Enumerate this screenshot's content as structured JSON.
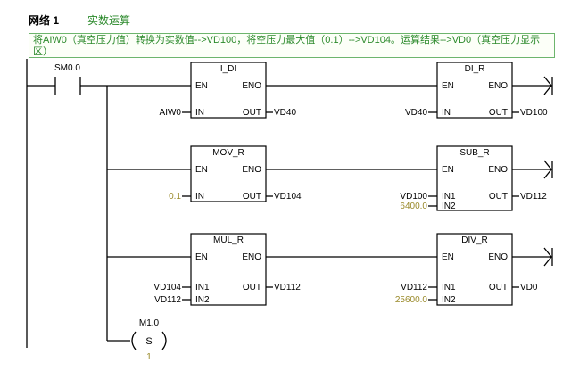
{
  "network": {
    "title": "网络 1",
    "subtitle": "实数运算",
    "comment": "将AIW0（真空压力值）转换为实数值-->VD100，将空压力最大值（0.1）-->VD104。运算结果-->VD0（真空压力显示区）"
  },
  "contact": {
    "address": "SM0.0"
  },
  "blocks": {
    "idi": {
      "name": "I_DI",
      "en": "EN",
      "eno": "ENO",
      "in": "IN",
      "out": "OUT",
      "in_val": "AIW0",
      "out_val": "VD40"
    },
    "dir": {
      "name": "DI_R",
      "en": "EN",
      "eno": "ENO",
      "in": "IN",
      "out": "OUT",
      "in_val": "VD40",
      "out_val": "VD100"
    },
    "movr": {
      "name": "MOV_R",
      "en": "EN",
      "eno": "ENO",
      "in": "IN",
      "out": "OUT",
      "in_val": "0.1",
      "out_val": "VD104"
    },
    "subr": {
      "name": "SUB_R",
      "en": "EN",
      "eno": "ENO",
      "in1": "IN1",
      "in2": "IN2",
      "out": "OUT",
      "in1_val": "VD100",
      "in2_val": "6400.0",
      "out_val": "VD112"
    },
    "mulr": {
      "name": "MUL_R",
      "en": "EN",
      "eno": "ENO",
      "in1": "IN1",
      "in2": "IN2",
      "out": "OUT",
      "in1_val": "VD104",
      "in2_val": "VD112",
      "out_val": "VD112"
    },
    "divr": {
      "name": "DIV_R",
      "en": "EN",
      "eno": "ENO",
      "in1": "IN1",
      "in2": "IN2",
      "out": "OUT",
      "in1_val": "VD112",
      "in2_val": "25600.0",
      "out_val": "VD0"
    }
  },
  "coil": {
    "address": "M1.0",
    "type": "S",
    "count": "1"
  },
  "colors": {
    "comment_border": "#6db56d",
    "comment_text": "#2c8a2c",
    "constant_text": "#9a8a2a"
  }
}
